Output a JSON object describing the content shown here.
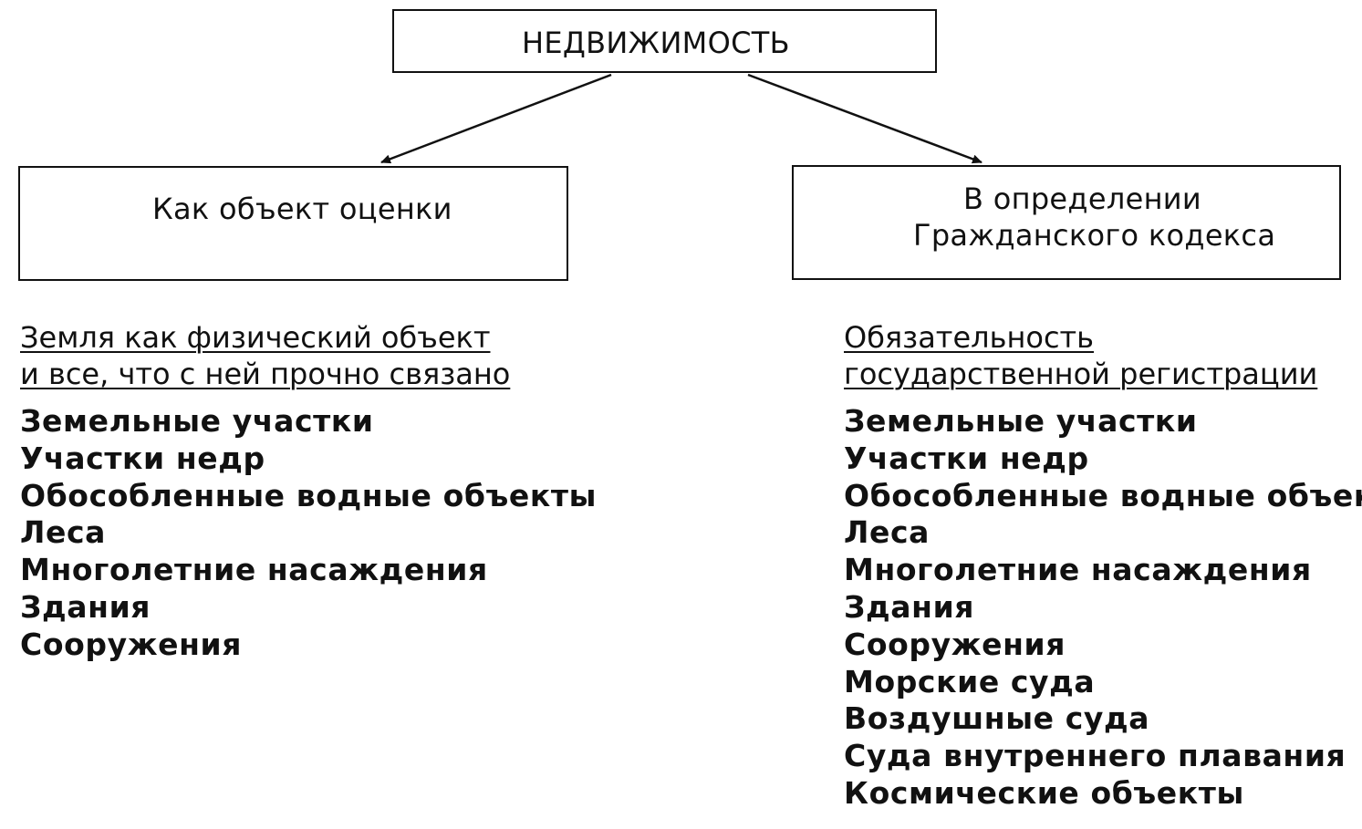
{
  "root": {
    "title": "НЕДВИЖИМОСТЬ"
  },
  "left": {
    "title": "Как объект оценки",
    "heading_lines": [
      "Земля как физический объект",
      "и все, что с ней прочно связано"
    ],
    "items": [
      "Земельные участки",
      "Участки недр",
      "Обособленные водные объекты",
      "Леса",
      "Многолетние насаждения",
      "Здания",
      "Сооружения"
    ]
  },
  "right": {
    "title_lines": [
      "В определении",
      "Гражданского кодекса"
    ],
    "heading_lines": [
      "Обязательность",
      "государственной регистрации"
    ],
    "items": [
      "Земельные участки",
      "Участки недр",
      "Обособленные водные объекты",
      "Леса",
      "Многолетние насаждения",
      "Здания",
      "Сооружения",
      "Морские суда",
      "Воздушные суда",
      "Суда внутреннего плавания",
      "Космические объекты"
    ]
  }
}
